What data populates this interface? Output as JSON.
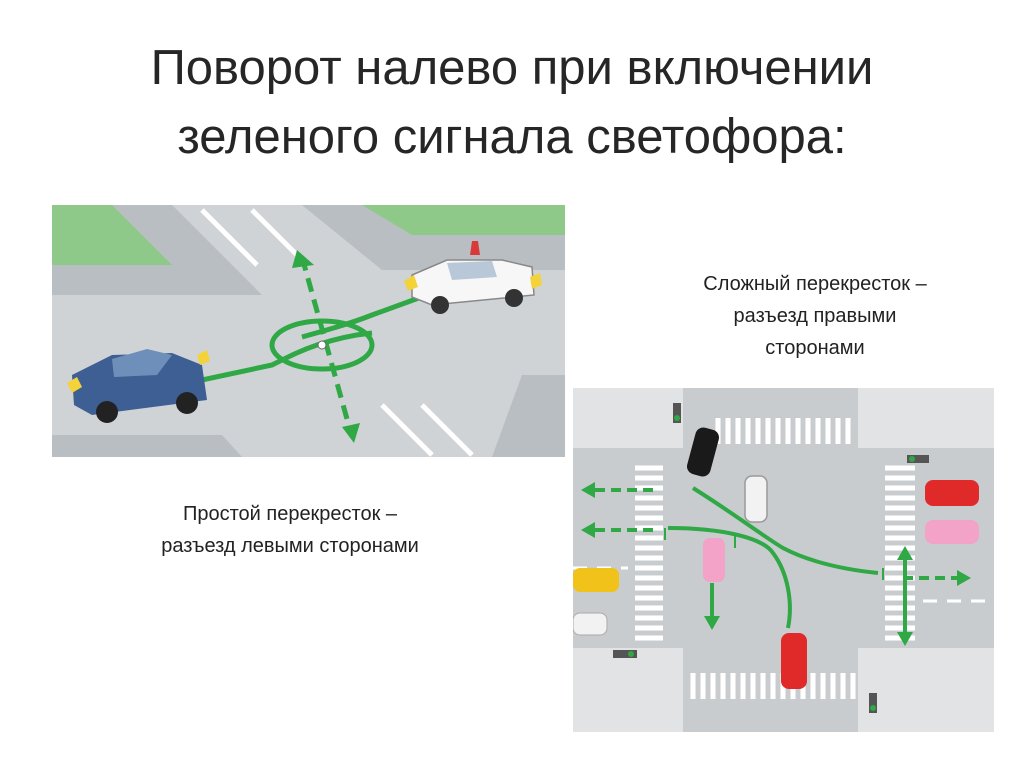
{
  "slide": {
    "title_line1": "Поворот налево при включении",
    "title_line2": "зеленого сигнала светофора:"
  },
  "captions": {
    "complex_line1": "Сложный перекресток –",
    "complex_line2": "разъезд правыми",
    "complex_line3": "сторонами",
    "simple_line1": "Простой перекресток –",
    "simple_line2": "разъезд левыми сторонами"
  },
  "colors": {
    "path_green": "#2fa845",
    "road_gray": "#cfd3d6",
    "grass_green": "#8fc98a"
  },
  "illustrations": {
    "simple": [
      "blue-car",
      "white-car",
      "green-turn-path",
      "dashed-through-path"
    ],
    "complex": [
      "traffic-lights",
      "pedestrian-crossings",
      "cars",
      "green-turn-arrows"
    ]
  }
}
